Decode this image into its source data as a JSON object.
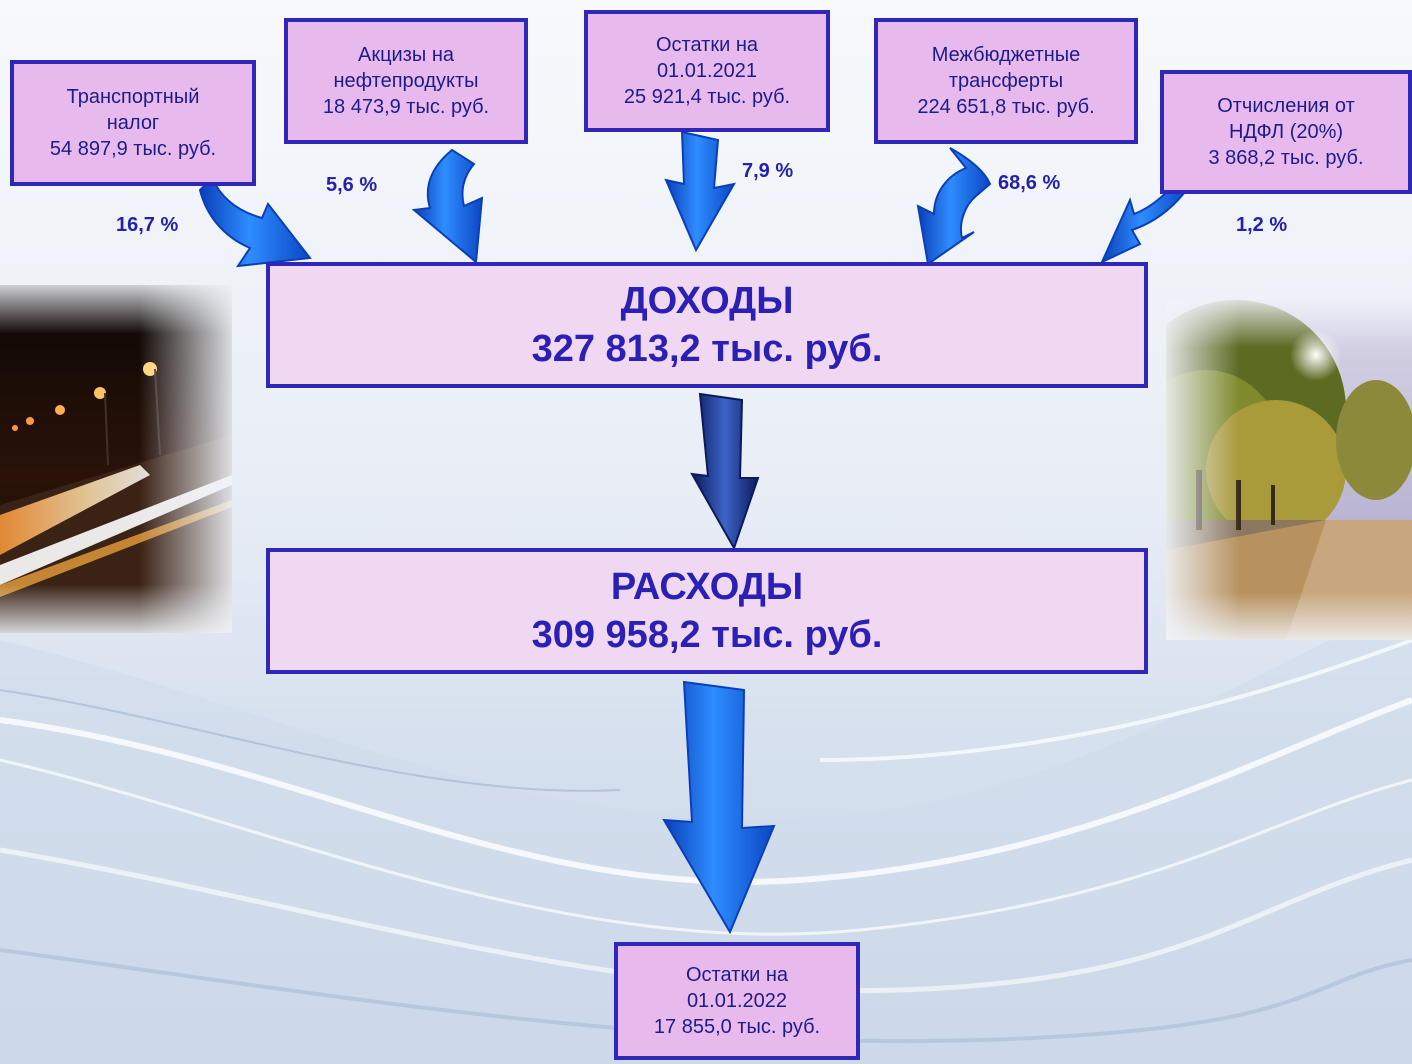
{
  "sources": [
    {
      "line1": "Транспортный",
      "line2": "налог",
      "line3": "54 897,9 тыс. руб.",
      "percent": "16,7 %"
    },
    {
      "line1": "Акцизы на",
      "line2": "нефтепродукты",
      "line3": "18 473,9 тыс. руб.",
      "percent": "5,6 %"
    },
    {
      "line1": "Остатки на",
      "line2": "01.01.2021",
      "line3": "25 921,4 тыс. руб.",
      "percent": "7,9 %"
    },
    {
      "line1": "Межбюджетные",
      "line2": "трансферты",
      "line3": "224 651,8 тыс. руб.",
      "percent": "68,6 %"
    },
    {
      "line1": "Отчисления от",
      "line2": "НДФЛ (20%)",
      "line3": "3 868,2 тыс. руб.",
      "percent": "1,2 %"
    }
  ],
  "income": {
    "title": "ДОХОДЫ",
    "amount": "327 813,2 тыс. руб."
  },
  "expenses": {
    "title": "РАСХОДЫ",
    "amount": "309 958,2 тыс. руб."
  },
  "balance_end": {
    "line1": "Остатки на",
    "line2": "01.01.2022",
    "line3": "17 855,0 тыс. руб."
  },
  "colors": {
    "box_fill": "#e7b9ec",
    "box_border": "#2f27b7",
    "main_fill": "#f0d7f2",
    "text": "#2b20b5",
    "arrow": "#1f6fe8"
  }
}
